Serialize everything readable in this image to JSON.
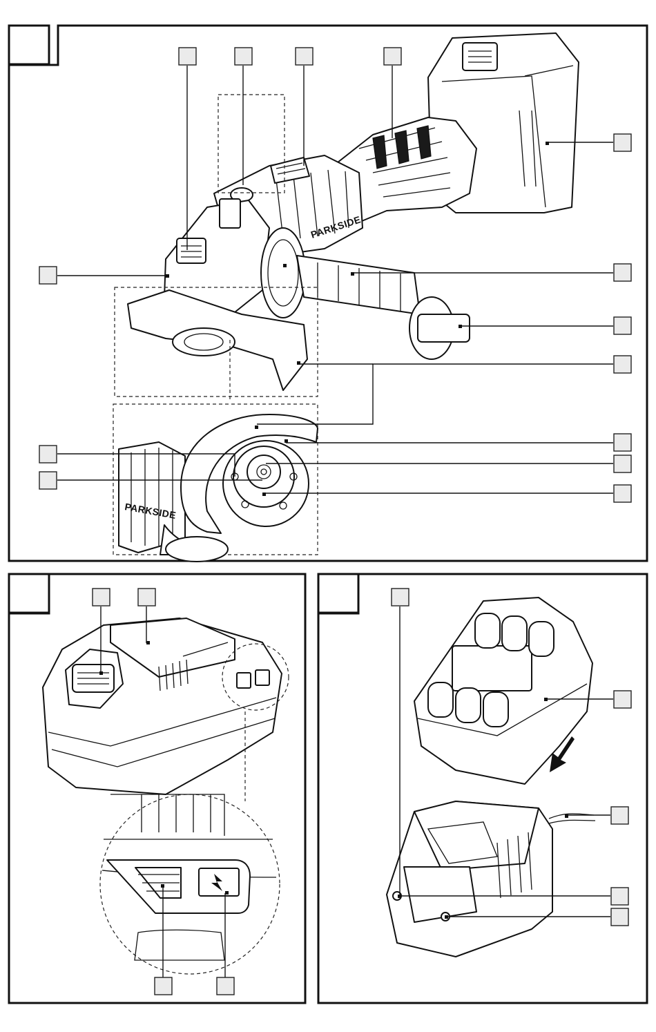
{
  "figures": [
    {
      "id": "figure-1",
      "number": ""
    },
    {
      "id": "figure-2",
      "number": ""
    },
    {
      "id": "figure-3",
      "number": ""
    }
  ],
  "brand": {
    "housing_text": "PARKSIDE",
    "spindle_head_text": "PARKSIDE"
  },
  "callouts": {
    "figure_1": [
      "",
      "",
      "",
      "",
      "",
      "",
      "",
      "",
      "",
      "",
      "",
      "",
      "",
      ""
    ],
    "figure_2": [
      "",
      "",
      "",
      ""
    ],
    "figure_3": [
      "",
      "",
      "",
      "",
      ""
    ]
  }
}
